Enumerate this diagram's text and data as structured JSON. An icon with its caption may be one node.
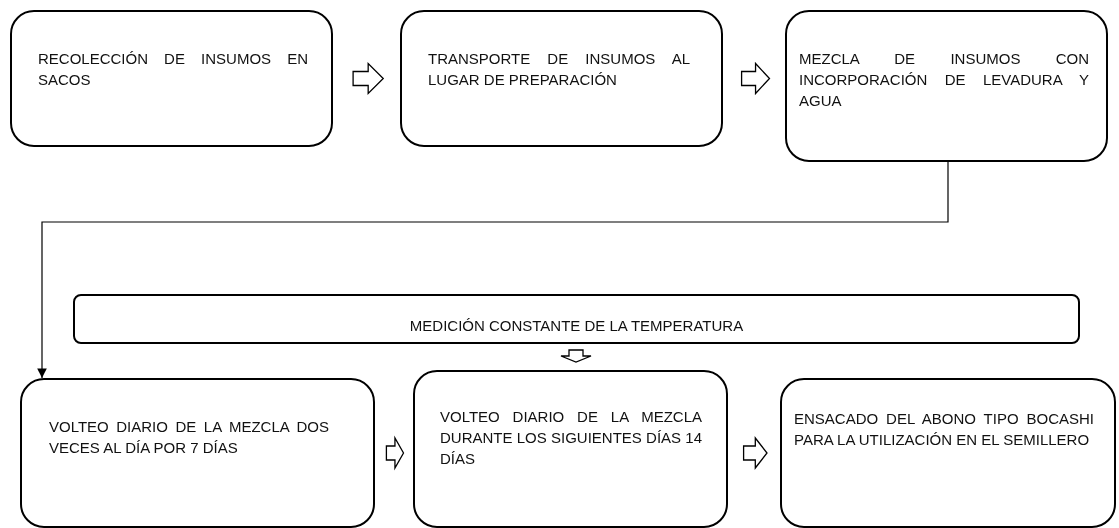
{
  "diagram": {
    "nodes": [
      {
        "text": [
          "RECOLECCIÓN DE INSUMOS EN SACOS"
        ]
      },
      {
        "text": [
          "TRANSPORTE DE INSUMOS AL LUGAR DE PREPARACIÓN"
        ]
      },
      {
        "text": [
          "MEZCLA DE INSUMOS CON INCORPORACIÓN DE LEVADURA Y AGUA"
        ]
      },
      {
        "text": [
          "MEDICIÓN CONSTANTE DE LA TEMPERATURA"
        ]
      },
      {
        "text": [
          "VOLTEO DIARIO DE LA MEZCLA DOS VECES AL DÍA POR 7 DÍAS"
        ]
      },
      {
        "text": [
          "VOLTEO DIARIO DE LA MEZCLA DURANTE LOS SIGUIENTES DÍAS 14 DÍAS"
        ]
      },
      {
        "text": [
          "ENSACADO DEL ABONO TIPO BOCASHI PARA LA UTILIZACIÓN EN EL SEMILLERO"
        ]
      }
    ],
    "edges": [
      {
        "from": 0,
        "to": 1,
        "arrow": "to",
        "style": "thick"
      },
      {
        "from": 1,
        "to": 2,
        "arrow": "to",
        "style": "thick"
      },
      {
        "from": 2,
        "to": 4,
        "arrow": "to"
      },
      {
        "from": 3,
        "to": 5,
        "arrow": "to",
        "style": "thick"
      },
      {
        "from": 4,
        "to": 5,
        "arrow": "to",
        "style": "thick"
      },
      {
        "from": 5,
        "to": 6,
        "arrow": "to",
        "style": "thick"
      }
    ]
  }
}
